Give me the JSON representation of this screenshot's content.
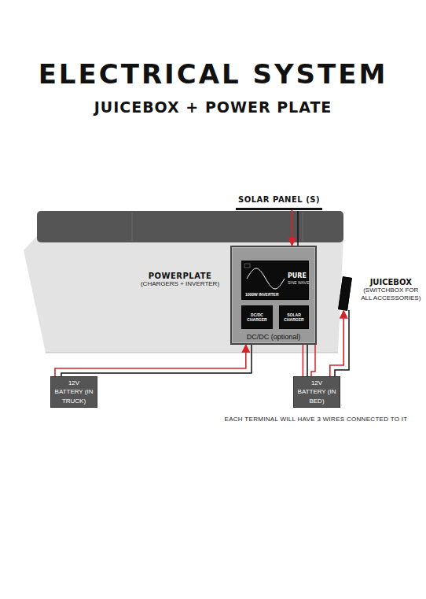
{
  "diagram": {
    "title": "ELECTRICAL SYSTEM",
    "nodes": [
      {
        "text": [
          "SOLAR PANEL (S)"
        ]
      },
      {
        "text": [
          "POWERPLATE",
          "(CHARGERS + INVERTER)",
          "DC/DC (optional)"
        ]
      },
      {
        "text": [
          "PURE",
          "SINE WAVE",
          "1000W INVERTER"
        ],
        "in": 1
      },
      {
        "text": [
          "DC/DC CHARGER"
        ],
        "in": 1
      },
      {
        "text": [
          "SOLAR CHARGER"
        ],
        "in": 1
      },
      {
        "text": [
          "JUICEBOX",
          "(SWITCHBOX FOR ALL ACCESSORIES)"
        ]
      },
      {
        "text": [
          "12V BATTERY (IN TRUCK)"
        ]
      },
      {
        "text": [
          "12V BATTERY (IN BED)"
        ]
      }
    ],
    "edges": [
      {
        "from": 0,
        "to": 1,
        "arrow": "to"
      },
      {
        "from": 6,
        "to": 1,
        "arrow": "to"
      },
      {
        "from": 1,
        "to": 7,
        "arrow": "none"
      },
      {
        "from": 7,
        "to": 5,
        "arrow": "to"
      }
    ],
    "labels": [
      "JUICEBOX + POWER PLATE",
      "EACH TERMINAL WILL HAVE 3 WIRES CONNECTED TO IT"
    ]
  }
}
